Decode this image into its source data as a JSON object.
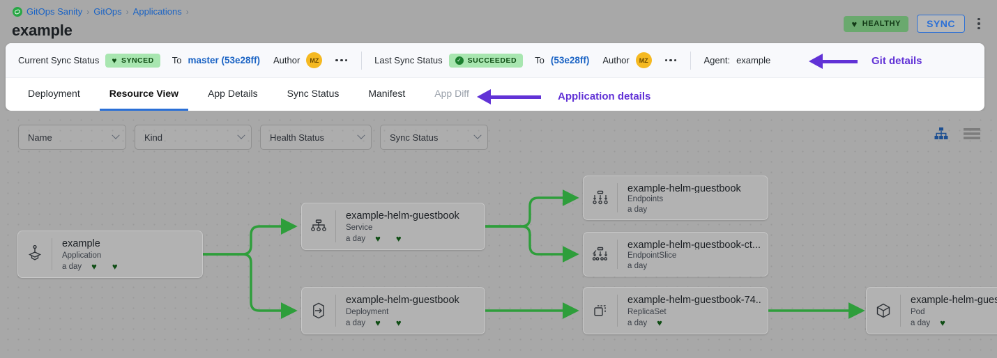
{
  "breadcrumb": {
    "logo_icon": "argo-gitops-icon",
    "items": [
      "GitOps Sanity",
      "GitOps",
      "Applications"
    ],
    "separator": "›",
    "trailing_separator": "›"
  },
  "page_title": "example",
  "top_actions": {
    "health_badge": {
      "label": "HEALTHY",
      "icon": "heart-icon",
      "glyph": "♥",
      "bg": "#6aa96e",
      "fg": "#123a16"
    },
    "sync_button": {
      "label": "SYNC",
      "color": "#2a6fd6"
    },
    "overflow_icon": "kebab-menu-icon"
  },
  "summary": {
    "current_sync_status": {
      "label": "Current Sync Status",
      "badge": {
        "text": "SYNCED",
        "icon": "heart-icon",
        "glyph": "♥",
        "bg": "#a8e6b0",
        "fg": "#0f4d14"
      },
      "to_label": "To",
      "revision": "master (53e28ff)",
      "author_label": "Author",
      "author_initials": "MZ",
      "more_icon": "ellipsis-icon"
    },
    "last_sync_status": {
      "label": "Last Sync Status",
      "badge": {
        "text": "SUCCEEDED",
        "icon": "check-circle-icon",
        "glyph": "✓",
        "bg": "#a8e6b0",
        "fg": "#0f4d14"
      },
      "to_label": "To",
      "revision": "(53e28ff)",
      "author_label": "Author",
      "author_initials": "MZ",
      "more_icon": "ellipsis-icon"
    },
    "agent": {
      "label": "Agent:",
      "value": "example"
    }
  },
  "tabs": [
    {
      "label": "Deployment",
      "active": false,
      "disabled": false
    },
    {
      "label": "Resource View",
      "active": true,
      "disabled": false
    },
    {
      "label": "App Details",
      "active": false,
      "disabled": false
    },
    {
      "label": "Sync Status",
      "active": false,
      "disabled": false
    },
    {
      "label": "Manifest",
      "active": false,
      "disabled": false
    },
    {
      "label": "App Diff",
      "active": false,
      "disabled": true
    }
  ],
  "annotations": {
    "color": "#6132d6",
    "git_details": {
      "text": "Git details",
      "arrow": "arrow-left-icon"
    },
    "application_details": {
      "text": "Application details",
      "arrow": "arrow-left-icon"
    }
  },
  "filters": [
    {
      "label": "Name",
      "icon": "chevron-down-icon"
    },
    {
      "label": "Kind",
      "icon": "chevron-down-icon"
    },
    {
      "label": "Health Status",
      "icon": "chevron-down-icon"
    },
    {
      "label": "Sync Status",
      "icon": "chevron-down-icon"
    }
  ],
  "view_toggle": {
    "tree": {
      "icon": "tree-view-icon",
      "active": true,
      "color": "#1d4f91"
    },
    "list": {
      "icon": "list-view-icon",
      "active": false,
      "color": "#787878"
    }
  },
  "graph": {
    "edge_color": "#2e9e3b",
    "nodes": [
      {
        "id": "app",
        "icon": "argo-application-icon",
        "name": "example",
        "kind": "Application",
        "age": "a day",
        "hearts": 2
      },
      {
        "id": "service",
        "icon": "service-icon",
        "name": "example-helm-guestbook",
        "kind": "Service",
        "age": "a day",
        "hearts": 2
      },
      {
        "id": "endpoints",
        "icon": "endpoints-icon",
        "name": "example-helm-guestbook",
        "kind": "Endpoints",
        "age": "a day",
        "hearts": 0
      },
      {
        "id": "endpointslice",
        "icon": "endpointslice-icon",
        "name": "example-helm-guestbook-ct...",
        "kind": "EndpointSlice",
        "age": "a day",
        "hearts": 0
      },
      {
        "id": "deployment",
        "icon": "deployment-icon",
        "name": "example-helm-guestbook",
        "kind": "Deployment",
        "age": "a day",
        "hearts": 2
      },
      {
        "id": "replicaset",
        "icon": "replicaset-icon",
        "name": "example-helm-guestbook-74...",
        "kind": "ReplicaSet",
        "age": "a day",
        "hearts": 1
      },
      {
        "id": "pod",
        "icon": "pod-icon",
        "name": "example-helm-guest",
        "kind": "Pod",
        "age": "a day",
        "hearts": 1
      }
    ]
  }
}
